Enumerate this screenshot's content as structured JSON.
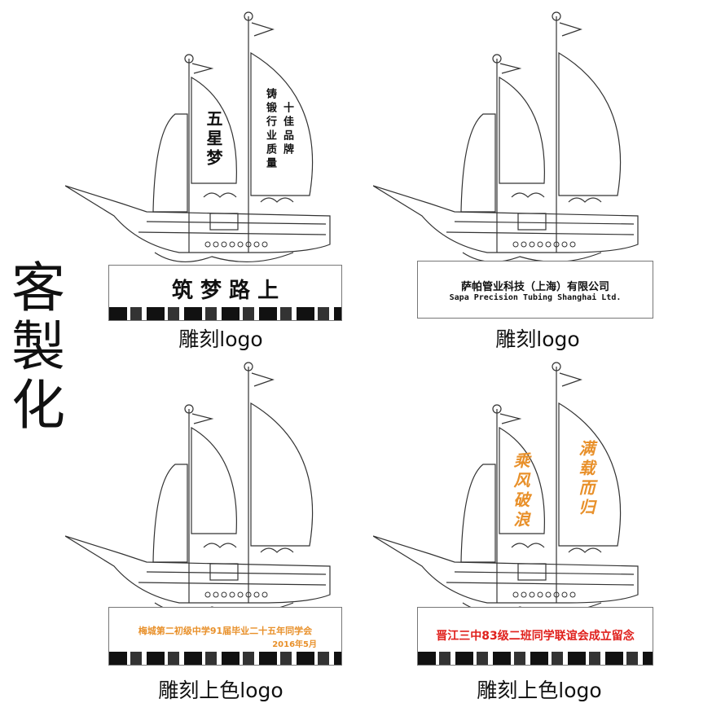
{
  "side_title": "客製化",
  "products": [
    {
      "sail_left": "五星梦",
      "sail_right_1": "十佳品牌",
      "sail_right_2": "铸锻行业质量",
      "plaque_line1": "筑 梦 路 上",
      "caption": "雕刻logo"
    },
    {
      "plaque_line1": "萨帕管业科技（上海）有限公司",
      "plaque_line2": "Sapa Precision Tubing Shanghai Ltd.",
      "caption": "雕刻logo"
    },
    {
      "plaque_line1": "梅城第二初级中学91届毕业二十五年同学会",
      "plaque_line2": "2016年5月",
      "caption": "雕刻上色logo"
    },
    {
      "sail_left": "乘风破浪",
      "sail_right": "满载而归",
      "plaque_line1": "晋江三中83级二班同学联谊会成立留念",
      "caption": "雕刻上色logo"
    }
  ],
  "colors": {
    "orange": "#e8902a",
    "red": "#e0201c"
  }
}
